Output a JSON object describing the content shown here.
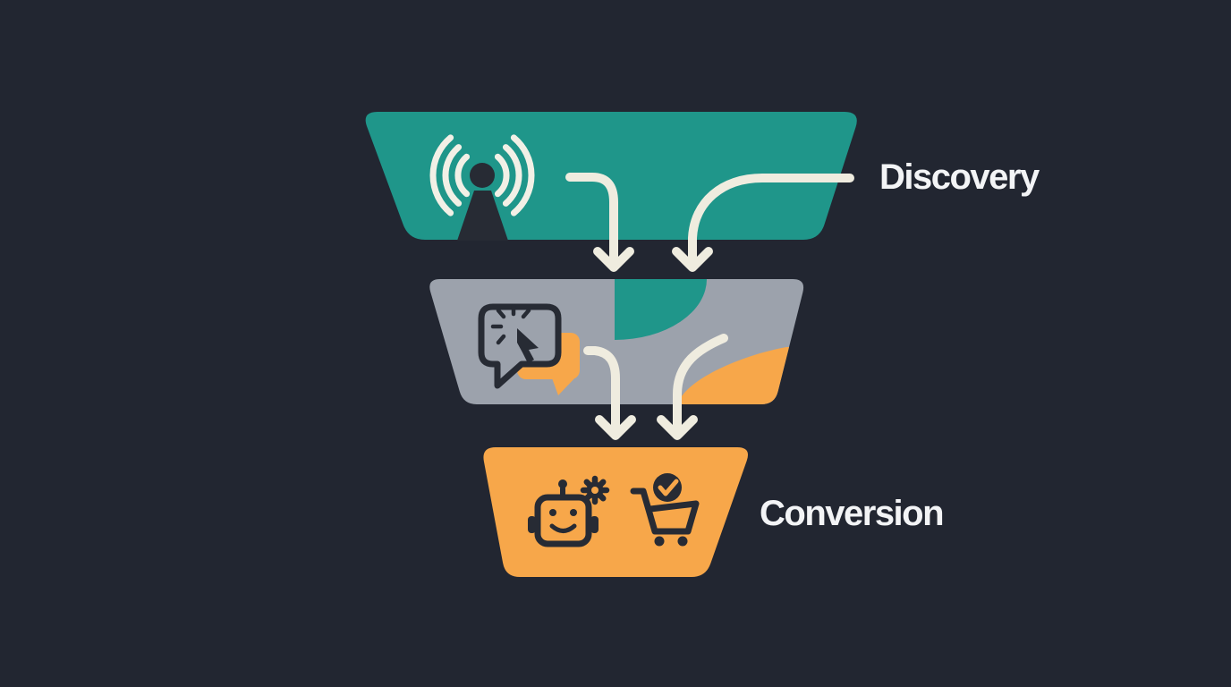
{
  "diagram": {
    "type": "marketing-funnel",
    "orientation": "inverted-pyramid",
    "stage_count": 3
  },
  "stages": [
    {
      "id": "top",
      "label": "Discovery",
      "fill": "#1f968a",
      "icon": "broadcast-icon"
    },
    {
      "id": "middle",
      "label": "",
      "fill": "#9ca2ac",
      "icon": "click-chat-icon",
      "accent_shapes": [
        "teal-quarter-wedge",
        "orange-corner-wedge"
      ]
    },
    {
      "id": "bottom",
      "label": "Conversion",
      "fill": "#f7a74a",
      "icons": [
        "robot-gear-icon",
        "cart-check-icon"
      ]
    }
  ],
  "arrows": {
    "count": 4,
    "color": "#efecdf",
    "description": "two curved arrows between each adjacent funnel tier, pointing downward with chevron heads"
  },
  "colors": {
    "background": "#222631",
    "teal": "#1f968a",
    "gray": "#9ca2ac",
    "orange": "#f7a74a",
    "arrow_cream": "#efecdf",
    "icon_dark": "#272b34",
    "label_text": "#f3f4f6"
  }
}
